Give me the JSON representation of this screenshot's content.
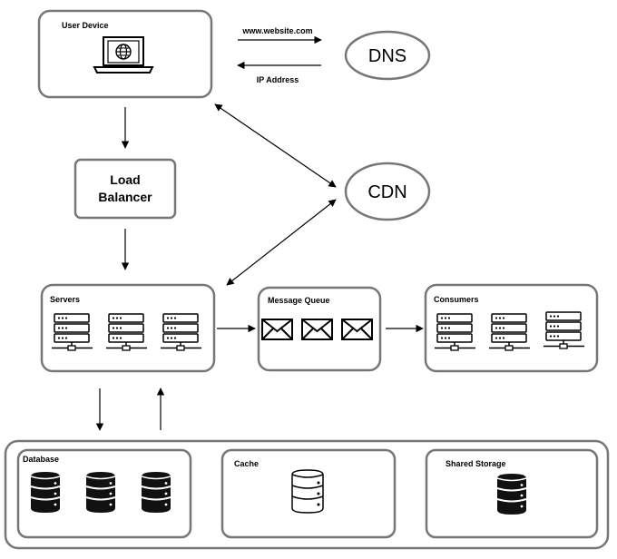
{
  "nodes": {
    "user_device": {
      "label": "User Device"
    },
    "dns": {
      "label": "DNS"
    },
    "cdn": {
      "label": "CDN"
    },
    "load_balancer": {
      "line1": "Load",
      "line2": "Balancer"
    },
    "servers": {
      "label": "Servers"
    },
    "message_queue": {
      "label": "Message Queue"
    },
    "consumers": {
      "label": "Consumers"
    },
    "database": {
      "label": "Database"
    },
    "cache": {
      "label": "Cache"
    },
    "shared_storage": {
      "label": "Shared Storage"
    }
  },
  "edges": {
    "to_dns": "www.website.com",
    "from_dns": "IP Address"
  },
  "icons": {
    "device": "laptop-globe-icon",
    "server": "server-rack-icon",
    "message": "envelope-icon",
    "database": "database-cylinder-icon"
  }
}
